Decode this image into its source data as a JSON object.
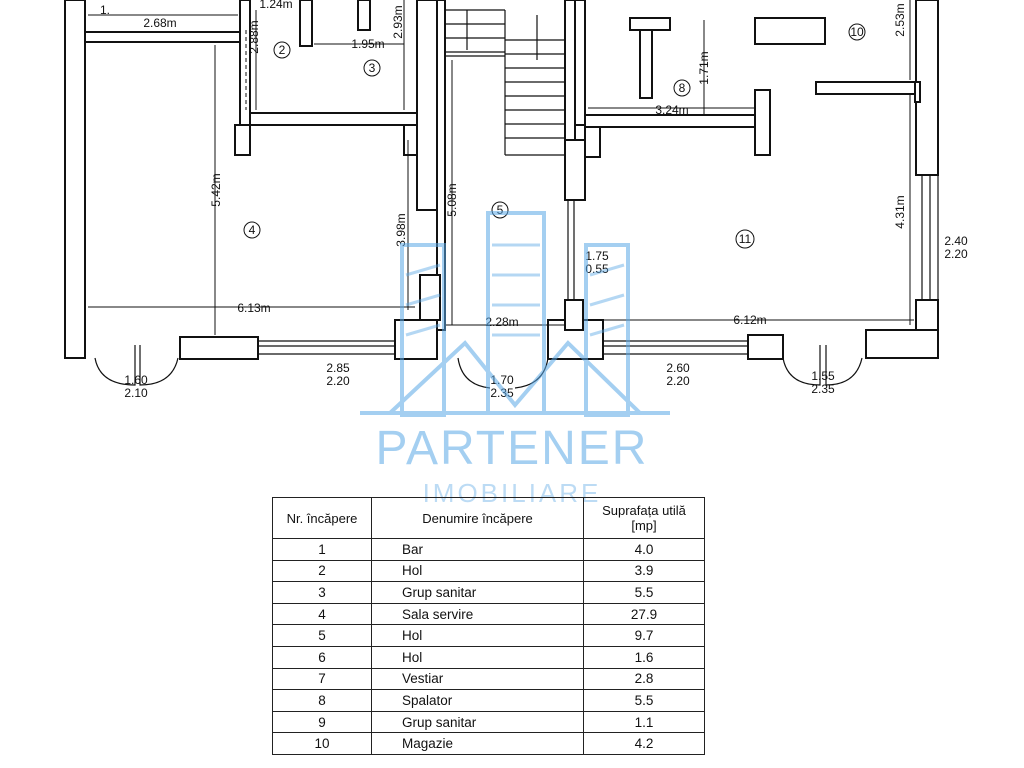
{
  "plan": {
    "room_numbers": [
      "2",
      "3",
      "4",
      "5",
      "8",
      "10",
      "11"
    ],
    "dimensions": {
      "d1": "2.68m",
      "d2": "1.24m",
      "d3": "2.88m",
      "d4": "1.95m",
      "d5": "2.93m",
      "d6": "5.42m",
      "d7": "3.98m",
      "d8": "5.08m",
      "d9": "6.13m",
      "d10": "2.28m",
      "d11": "1.71m",
      "d12": "3.24m",
      "d13": "2.53m",
      "d14": "4.31m",
      "d15": "6.12m",
      "w1_top": "1.75",
      "w1_bot": "0.55",
      "w2_top": "2.40",
      "w2_bot": "2.20",
      "o1_top": "1.60",
      "o1_bot": "2.10",
      "o2_top": "2.85",
      "o2_bot": "2.20",
      "o3_top": "1.70",
      "o3_bot": "2.35",
      "o4_top": "2.60",
      "o4_bot": "2.20",
      "o5_top": "1.55",
      "o5_bot": "2.35",
      "partial_1": "1."
    }
  },
  "logo": {
    "name": "PARTENER",
    "sub": "IMOBILIARE",
    "color": "#5aa8e6"
  },
  "table": {
    "headers": [
      "Nr. încăpere",
      "Denumire încăpere",
      "Suprafața utilă [mp]"
    ],
    "rows": [
      [
        "1",
        "Bar",
        "4.0"
      ],
      [
        "2",
        "Hol",
        "3.9"
      ],
      [
        "3",
        "Grup sanitar",
        "5.5"
      ],
      [
        "4",
        "Sala servire",
        "27.9"
      ],
      [
        "5",
        "Hol",
        "9.7"
      ],
      [
        "6",
        "Hol",
        "1.6"
      ],
      [
        "7",
        "Vestiar",
        "2.8"
      ],
      [
        "8",
        "Spalator",
        "5.5"
      ],
      [
        "9",
        "Grup sanitar",
        "1.1"
      ],
      [
        "10",
        "Magazie",
        "4.2"
      ]
    ]
  }
}
